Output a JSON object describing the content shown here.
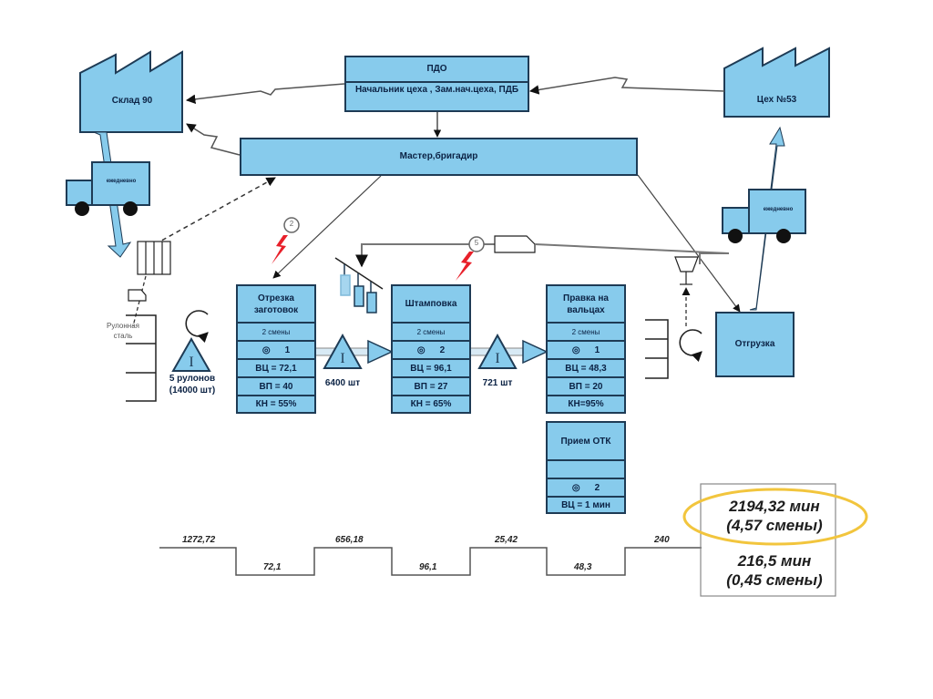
{
  "nodes": {
    "pdo": {
      "title": "ПДО",
      "subtitle": "Начальник цеха , Зам.нач.цеха, ПДБ"
    },
    "master": {
      "label": "Мастер,бригадир"
    },
    "warehouse": {
      "label": "Склад 90"
    },
    "workshop": {
      "label": "Цех №53"
    },
    "shipping": {
      "label": "Отгрузка"
    },
    "truck_left": {
      "label": "ежедневно"
    },
    "truck_right": {
      "label": "ежедневно"
    },
    "raw_material": {
      "label": "Рулонная сталь"
    },
    "kaizen_1": {
      "label": "2"
    },
    "kaizen_2": {
      "label": "5"
    }
  },
  "inventories": [
    {
      "label": "5 рулонов (14000 шт)"
    },
    {
      "label": "6400 шт"
    },
    {
      "label": "721 шт"
    }
  ],
  "processes": [
    {
      "name": "Отрезка заготовок",
      "shifts": "2 смены",
      "operators": "1",
      "ct": "ВЦ = 72,1",
      "vp": "ВП = 40",
      "kn": "КН = 55%"
    },
    {
      "name": "Штамповка",
      "shifts": "2 смены",
      "operators": "2",
      "ct": "ВЦ = 96,1",
      "vp": "ВП = 27",
      "kn": "КН = 65%"
    },
    {
      "name": "Правка на вальцах",
      "shifts": "2 смены",
      "operators": "1",
      "ct": "ВЦ = 48,3",
      "vp": "ВП = 20",
      "kn": "КН=95%"
    },
    {
      "name": "Прием ОТК",
      "shifts": "",
      "operators": "2",
      "ct": "ВЦ = 1 мин"
    }
  ],
  "timeline": {
    "wait": [
      "1272,72",
      "656,18",
      "25,42",
      "240"
    ],
    "process": [
      "72,1",
      "96,1",
      "48,3"
    ],
    "total_lead": "2194,32 мин",
    "total_lead_shifts": "(4,57 смены)",
    "total_process": "216,5 мин",
    "total_process_shifts": "(0,45 смены)"
  },
  "colors": {
    "fill": "#87cbec",
    "stroke": "#1e3b55",
    "highlight": "#f2c53d",
    "kaizen": "#e8202a"
  }
}
